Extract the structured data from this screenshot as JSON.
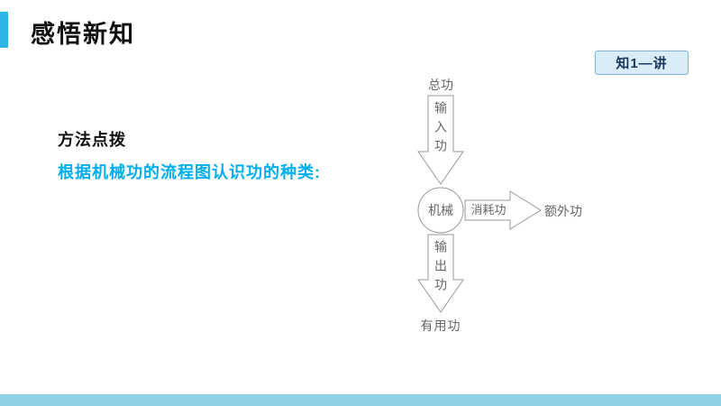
{
  "header": {
    "title": "感悟新知",
    "badge": "知1—讲"
  },
  "content": {
    "method_heading": "方法点拨",
    "lead": "根据机械功的流程图认识功的种类:"
  },
  "diagram": {
    "total_work": "总功",
    "input_work": "输入功",
    "machine": "机械",
    "consumed_work": "消耗功",
    "extra_work": "额外功",
    "output_work": "输出功",
    "useful_work": "有用功"
  },
  "colors": {
    "accent_cyan": "#2bb5e9",
    "lead_text": "#00aeef",
    "bottom_bar": "#8fd2e8",
    "badge_bg": "#d9ecf7",
    "badge_border": "#7fb2d9",
    "badge_text": "#17375e",
    "diagram_text": "#666666",
    "diagram_stroke": "#999999"
  }
}
